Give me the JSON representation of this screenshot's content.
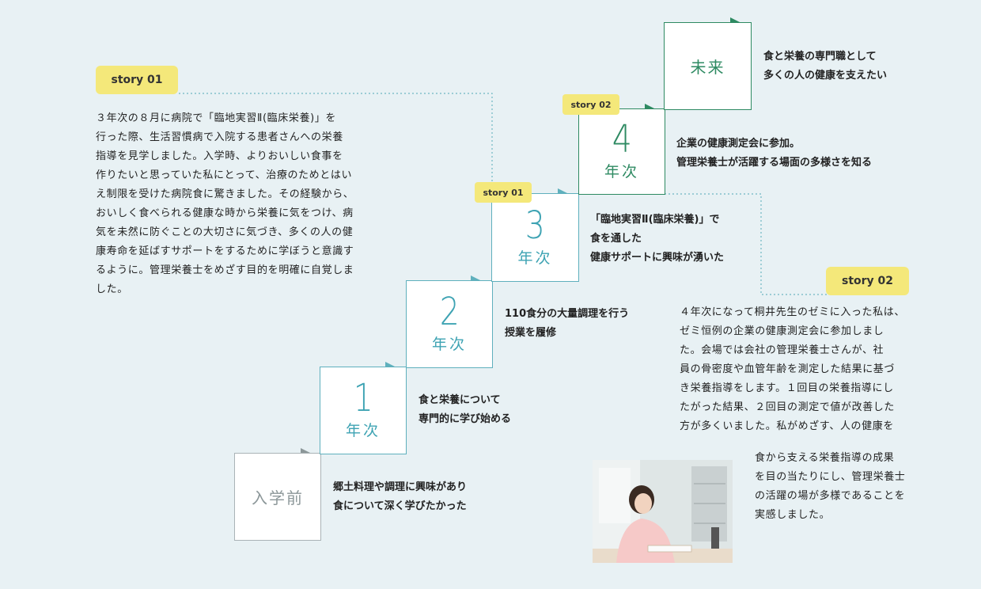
{
  "steps": [
    {
      "id": "pre",
      "word": "入学前",
      "caption": [
        "郷土料理や調理に興味があり",
        "食について深く学びたかった"
      ]
    },
    {
      "id": "y1",
      "num": "1",
      "nen": "年次",
      "caption": [
        "食と栄養について",
        "専門的に学び始める"
      ]
    },
    {
      "id": "y2",
      "num": "2",
      "nen": "年次",
      "caption": [
        "110食分の大量調理を行う",
        "授業を履修"
      ]
    },
    {
      "id": "y3",
      "num": "3",
      "nen": "年次",
      "caption": [
        "「臨地実習Ⅱ(臨床栄養)」で",
        "食を通した",
        "健康サポートに興味が湧いた"
      ]
    },
    {
      "id": "y4",
      "num": "4",
      "nen": "年次",
      "caption": [
        "企業の健康測定会に参加。",
        "管理栄養士が活躍する場面の多様さを知る"
      ]
    },
    {
      "id": "future",
      "word": "未来",
      "caption": [
        "食と栄養の専門職として",
        "多くの人の健康を支えたい"
      ]
    }
  ],
  "tags": {
    "story01_big": "story 01",
    "story02_big": "story 02",
    "story01_small": "story 01",
    "story02_small": "story 02"
  },
  "story01": {
    "lines": [
      "３年次の８月に病院で「臨地実習Ⅱ(臨床栄養)」を",
      "行った際、生活習慣病で入院する患者さんへの栄養",
      "指導を見学しました。入学時、よりおいしい食事を",
      "作りたいと思っていた私にとって、治療のためとはい",
      "え制限を受けた病院食に驚きました。その経験から、",
      "おいしく食べられる健康な時から栄養に気をつけ、病",
      "気を未然に防ぐことの大切さに気づき、多くの人の健",
      "康寿命を延ばすサポートをするために学ぼうと意識す",
      "るように。管理栄養士をめざす目的を明確に自覚しま",
      "した。"
    ]
  },
  "story02": {
    "lines": [
      "４年次になって桐井先生のゼミに入った私は、",
      "ゼミ恒例の企業の健康測定会に参加しまし",
      "た。会場では会社の管理栄養士さんが、社",
      "員の骨密度や血管年齢を測定した結果に基づ",
      "き栄養指導をします。１回目の栄養指導にし",
      "たがった結果、２回目の測定で値が改善した",
      "方が多くいました。私がめざす、人の健康を"
    ],
    "lines_after_photo": [
      "食から支える栄養指導の成果",
      "を目の当たりにし、管理栄養士",
      "の活躍の場が多様であることを",
      "実感しました。"
    ]
  },
  "colors": {
    "teal": "#3ea3b3",
    "green": "#2e8a62",
    "gray": "#8c9799",
    "yellow": "#f4e87a",
    "bg": "#e8f1f4"
  }
}
